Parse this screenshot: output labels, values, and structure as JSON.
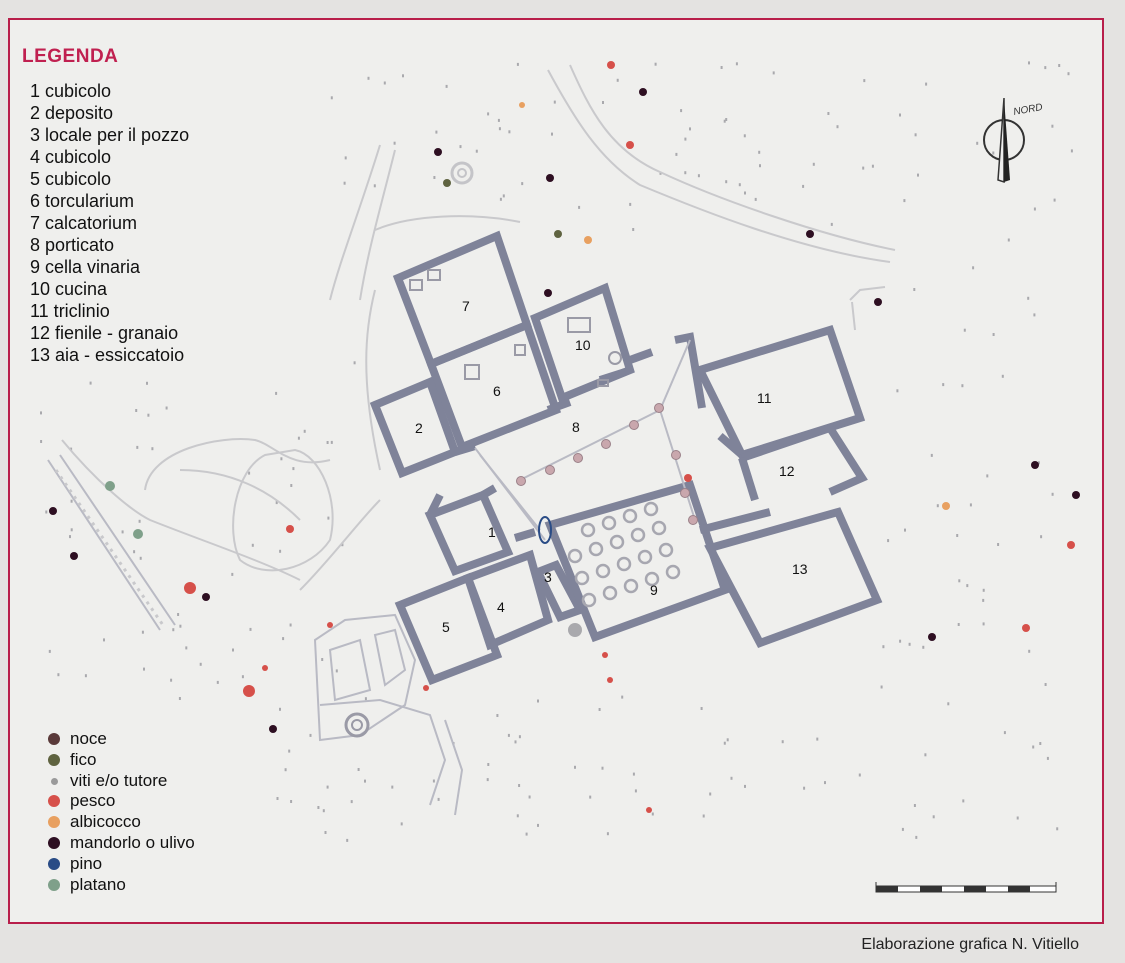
{
  "legend": {
    "title": "LEGENDA",
    "rooms": [
      {
        "num": "1",
        "label": "1 cubicolo"
      },
      {
        "num": "2",
        "label": "2 deposito"
      },
      {
        "num": "3",
        "label": "3 locale per il pozzo"
      },
      {
        "num": "4",
        "label": "4 cubicolo"
      },
      {
        "num": "5",
        "label": "5 cubicolo"
      },
      {
        "num": "6",
        "label": "6 torcularium"
      },
      {
        "num": "7",
        "label": "7 calcatorium"
      },
      {
        "num": "8",
        "label": "8 porticato"
      },
      {
        "num": "9",
        "label": "9 cella vinaria"
      },
      {
        "num": "10",
        "label": "10 cucina"
      },
      {
        "num": "11",
        "label": "11 triclinio"
      },
      {
        "num": "12",
        "label": "12 fienile - granaio"
      },
      {
        "num": "13",
        "label": "13 aia - essiccatoio"
      }
    ],
    "trees": [
      {
        "label": "noce",
        "color": "#5a3a3a"
      },
      {
        "label": "fico",
        "color": "#5f6340"
      },
      {
        "label": "viti e/o tutore",
        "color": "#9a9a9a",
        "small": true
      },
      {
        "label": "pesco",
        "color": "#d6504a"
      },
      {
        "label": "albicocco",
        "color": "#e8a060"
      },
      {
        "label": "mandorlo o ulivo",
        "color": "#2e0f22"
      },
      {
        "label": "pino",
        "color": "#2a4c86"
      },
      {
        "label": "platano",
        "color": "#7fa08a"
      }
    ]
  },
  "compass": {
    "label": "NORD"
  },
  "credit": "Elaborazione grafica N. Vitiello",
  "colors": {
    "frame": "#b81e4a",
    "title": "#c02050",
    "wall": "#7f8399"
  }
}
